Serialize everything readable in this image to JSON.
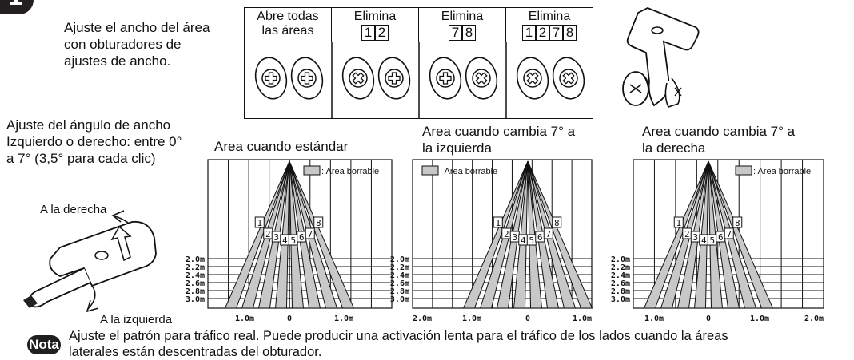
{
  "step": {
    "number": "1"
  },
  "intro": {
    "line1": "Ajuste el ancho del área",
    "line2": "con obturadores de",
    "line3": "ajustes de ancho."
  },
  "shutter_table": {
    "columns": [
      {
        "header_line1": "Abre todas",
        "header_line2": "las áreas",
        "numbers": []
      },
      {
        "header_line1": "Elimina",
        "header_line2": "",
        "numbers": [
          "1",
          "2"
        ]
      },
      {
        "header_line1": "Elimina",
        "header_line2": "",
        "numbers": [
          "7",
          "8"
        ]
      },
      {
        "header_line1": "Elimina",
        "header_line2": "",
        "numbers": [
          "1",
          "2",
          "7",
          "8"
        ]
      }
    ]
  },
  "angle_text": {
    "line1": "Ajuste del ángulo de ancho",
    "line2": "Izquierdo o derecho: entre 0°",
    "line3": "a 7° (3,5° para cada clic)"
  },
  "key": {
    "right_label": "A la derecha",
    "left_label": "A la izquierda"
  },
  "diagrams": [
    {
      "title_line1": "Area cuando estándar",
      "title_line2": "",
      "legend": ": Area borrable",
      "x_labels": [
        "1.0m",
        "0",
        "1.0m"
      ]
    },
    {
      "title_line1": "Area cuando cambia 7° a",
      "title_line2": "la izquierda",
      "legend": ": Area borrable",
      "x_labels": [
        "2.0m",
        "1.0m",
        "0",
        "1.0m"
      ]
    },
    {
      "title_line1": "Area cuando cambia 7° a",
      "title_line2": "la derecha",
      "legend": ": Area borrable",
      "x_labels": [
        "1.0m",
        "0",
        "1.0m",
        "2.0m"
      ]
    }
  ],
  "y_labels": [
    "2.0m",
    "2.2m",
    "2.4m",
    "2.6m",
    "2.8m",
    "3.0m"
  ],
  "zone_numbers": [
    "1",
    "2",
    "3",
    "4",
    "5",
    "6",
    "7",
    "8"
  ],
  "note": {
    "badge": "Nota",
    "line1": "Ajuste el patrón para tráfico real. Puede producir una activación lenta para el tráfico de los lados cuando la áreas",
    "line2": "laterales están descentradas del obturador."
  }
}
